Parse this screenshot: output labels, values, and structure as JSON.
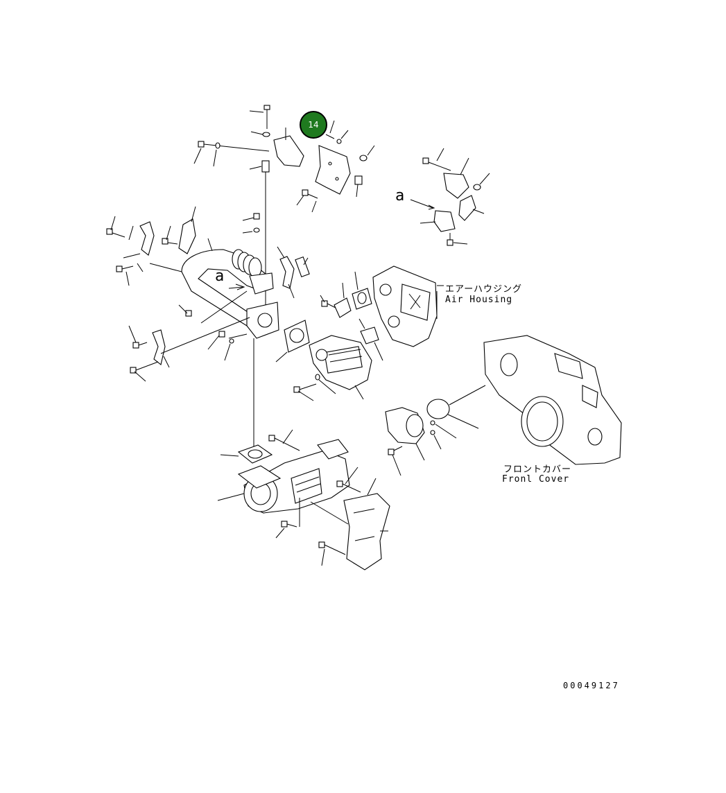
{
  "callouts": [
    {
      "id": "14",
      "color": "#1f7a1f"
    }
  ],
  "labels": {
    "air_housing_jp": "エアーハウジング",
    "air_housing_en": "Air Housing",
    "front_cover_jp": "フロントカバー",
    "front_cover_en": "Fronl Cover",
    "view_a_1": "a",
    "view_a_2": "a",
    "drawing_number": "00049127"
  }
}
